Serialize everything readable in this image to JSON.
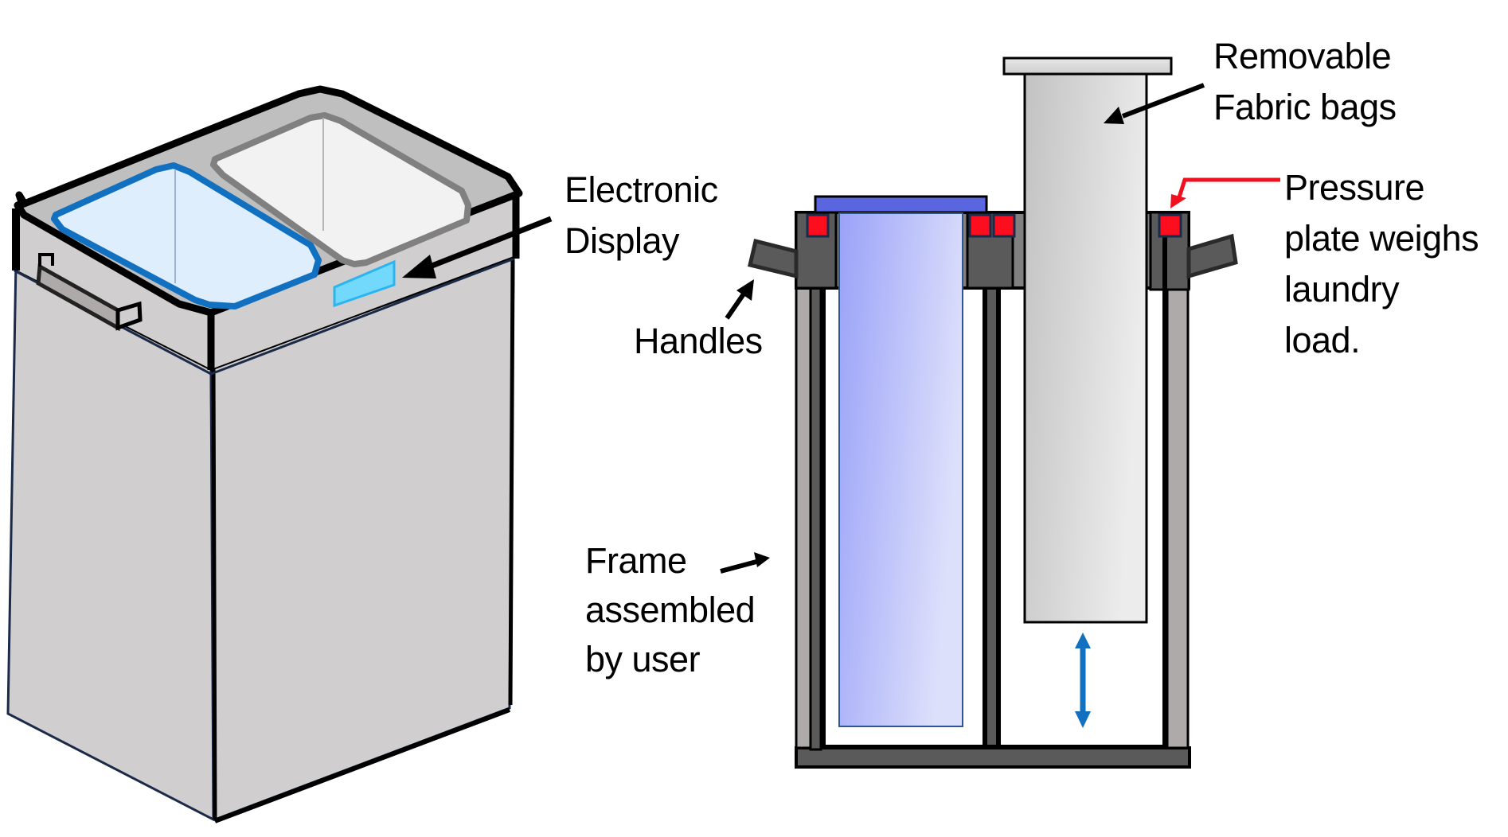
{
  "diagram": {
    "title": "Smart laundry hamper with weighing frame",
    "labels": {
      "electronic_display": [
        "Electronic",
        "Display"
      ],
      "handles": [
        "Handles"
      ],
      "frame": [
        "Frame",
        "assembled",
        "by user"
      ],
      "removable_bags": [
        "Removable",
        "Fabric bags"
      ],
      "pressure_plate": [
        "Pressure",
        "plate weighs",
        "laundry",
        "load."
      ]
    },
    "components": {
      "hamper": "Isometric closed hamper with two compartment openings",
      "compartments": [
        "blue compartment",
        "grey compartment"
      ],
      "display": "Electronic display panel",
      "frame": "User-assembled frame with handles",
      "bags": [
        "blue fabric bag (seated)",
        "grey fabric bag (lifted)"
      ],
      "sensors": "Pressure plates (red squares)",
      "motion": "Vertical up/down double arrow"
    },
    "colors": {
      "outline": "#000000",
      "hamper_body": "#d0cecf",
      "hamper_lid": "#bfbfbf",
      "blue_rim": "#1170bf",
      "blue_opening": "#deeefc",
      "grey_rim": "#808080",
      "grey_opening": "#f2f2f2",
      "display_fill": "#72d8fc",
      "display_stroke": "#2bb5f0",
      "frame_dark": "#5a5a5a",
      "frame_mid": "#808080",
      "frame_light": "#aeaaa9",
      "blue_lid": "#5a66e0",
      "blue_bag_start": "#9aa2f8",
      "blue_bag_end": "#dde0fb",
      "grey_bag_start": "#c2c2c2",
      "grey_bag_end": "#ececec",
      "pressure_plate": "#fd0e1f",
      "pressure_arrow": "#f0101e",
      "motion_arrow": "#1170bf"
    }
  }
}
